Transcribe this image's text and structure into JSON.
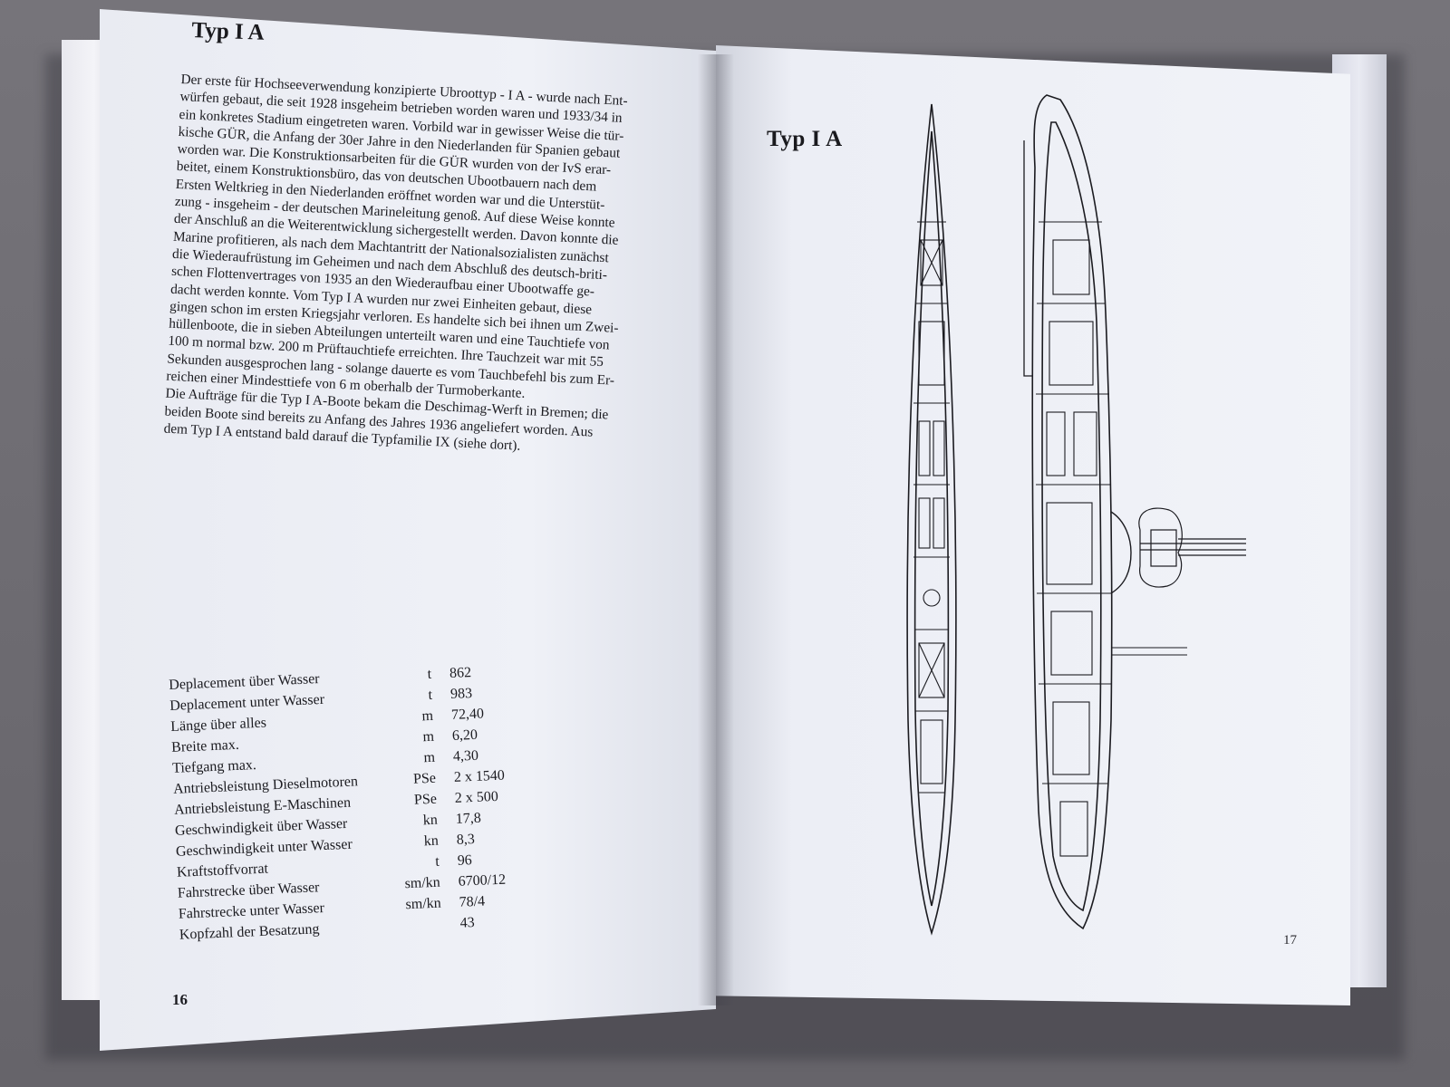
{
  "left_page": {
    "title": "Typ I A",
    "body_paragraphs": [
      "Der erste für Hochseeverwendung konzipierte Ubroottyp - I A - wurde nach Ent-\nwürfen gebaut, die seit 1928 insgeheim betrieben worden waren und 1933/34 in\nein konkretes Stadium eingetreten waren. Vorbild war in gewisser Weise die tür-\nkische GÜR, die Anfang der 30er Jahre in den Niederlanden für Spanien gebaut\nworden war. Die Konstruktionsarbeiten für die GÜR wurden von der IvS erar-\nbeitet, einem Konstruktionsbüro, das von deutschen Ubootbauern nach dem\nErsten Weltkrieg in den Niederlanden eröffnet worden war und die Unterstüt-\nzung - insgeheim - der deutschen Marineleitung genoß. Auf diese Weise konnte\nder Anschluß an die Weiterentwicklung sichergestellt werden. Davon konnte die\nMarine profitieren, als nach dem Machtantritt der Nationalsozialisten zunächst\ndie Wiederaufrüstung im Geheimen und nach dem Abschluß des deutsch-briti-\nschen Flottenvertrages von 1935 an den Wiederaufbau einer Ubootwaffe ge-\ndacht werden konnte. Vom Typ I A wurden nur zwei Einheiten gebaut, diese\ngingen schon im ersten Kriegsjahr verloren. Es handelte sich bei ihnen um Zwei-\nhüllenboote, die in sieben Abteilungen unterteilt waren und eine Tauchtiefe von\n100 m normal bzw. 200 m Prüftauchtiefe erreichten. Ihre Tauchzeit war mit 55\nSekunden ausgesprochen lang - solange dauerte es vom Tauchbefehl bis zum Er-\nreichen einer Mindesttiefe von 6 m oberhalb der Turmoberkante.",
      "Die Aufträge für die Typ I A-Boote bekam die Deschimag-Werft in Bremen; die\nbeiden Boote sind bereits zu Anfang des Jahres 1936 angeliefert worden. Aus\ndem Typ I A entstand bald darauf die Typfamilie IX (siehe dort)."
    ],
    "specs": [
      {
        "label": "Deplacement über Wasser",
        "unit": "t",
        "value": "862"
      },
      {
        "label": "Deplacement unter Wasser",
        "unit": "t",
        "value": "983"
      },
      {
        "label": "Länge über alles",
        "unit": "m",
        "value": "72,40"
      },
      {
        "label": "Breite max.",
        "unit": "m",
        "value": "6,20"
      },
      {
        "label": "Tiefgang max.",
        "unit": "m",
        "value": "4,30"
      },
      {
        "label": "Antriebsleistung Dieselmotoren",
        "unit": "PSe",
        "value": "2 x 1540"
      },
      {
        "label": "Antriebsleistung E-Maschinen",
        "unit": "PSe",
        "value": "2 x 500"
      },
      {
        "label": "Geschwindigkeit über Wasser",
        "unit": "kn",
        "value": "17,8"
      },
      {
        "label": "Geschwindigkeit unter Wasser",
        "unit": "kn",
        "value": "8,3"
      },
      {
        "label": "Kraftstoffvorrat",
        "unit": "t",
        "value": "96"
      },
      {
        "label": "Fahrstrecke über Wasser",
        "unit": "sm/kn",
        "value": "6700/12"
      },
      {
        "label": "Fahrstrecke unter Wasser",
        "unit": "sm/kn",
        "value": "78/4"
      },
      {
        "label": "Kopfzahl der Besatzung",
        "unit": "",
        "value": "43"
      }
    ],
    "page_number": "16"
  },
  "right_page": {
    "title": "Typ I A",
    "page_number": "17"
  },
  "colors": {
    "paper": "#eef0f6",
    "ink": "#1b1b20",
    "background": "#6f6d73"
  }
}
